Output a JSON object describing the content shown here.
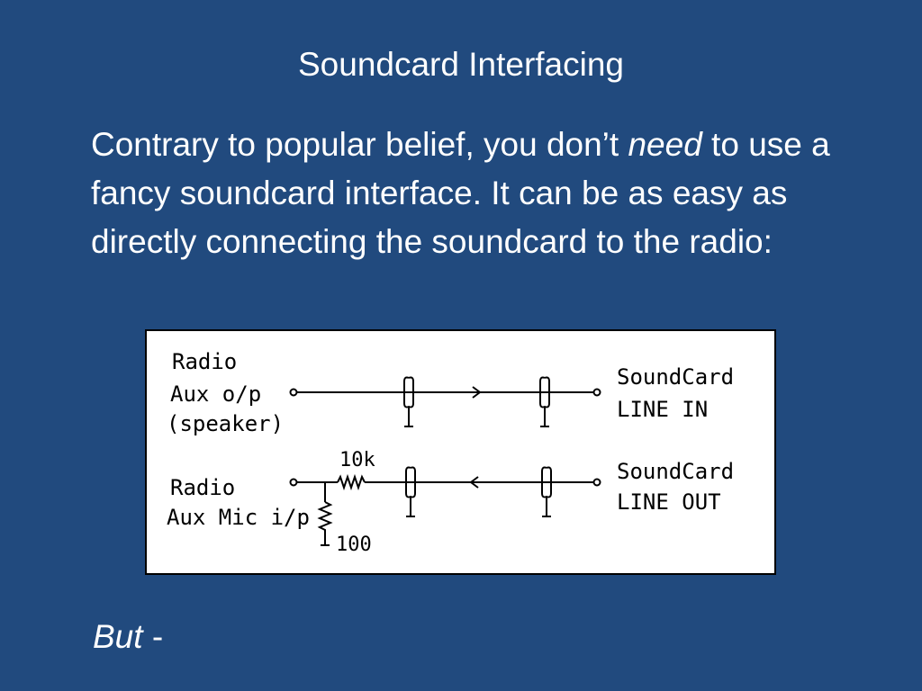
{
  "slide": {
    "title": "Soundcard Interfacing",
    "body": {
      "before": "Contrary to popular belief, you don’t ",
      "emphasis": "need",
      "after": " to use a fancy soundcard interface.  It can be as easy as directly connecting the soundcard to the radio:"
    },
    "footer": {
      "emphasis": "But",
      "rest": " -"
    }
  },
  "diagram": {
    "top_left": [
      "Radio",
      "Aux o/p",
      "(speaker)"
    ],
    "top_right": [
      "SoundCard",
      "LINE IN"
    ],
    "bottom_left": [
      "Radio",
      "Aux Mic i/p"
    ],
    "bottom_right": [
      "SoundCard",
      "LINE OUT"
    ],
    "resistor_series": "10k",
    "resistor_shunt": "100"
  }
}
